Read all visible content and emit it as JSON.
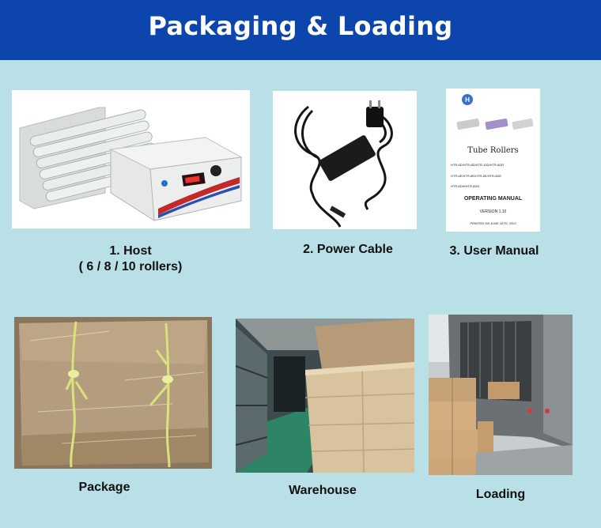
{
  "banner": {
    "title": "Packaging & Loading"
  },
  "colors": {
    "banner": "#0c46ad",
    "background": "#b9dfe7"
  },
  "items": [
    {
      "caption_line1": "1. Host",
      "caption_line2": "( 6 / 8 / 10 rollers)"
    },
    {
      "caption": "2. Power Cable"
    },
    {
      "caption": "3. User Manual"
    },
    {
      "caption": "Package"
    },
    {
      "caption": "Warehouse"
    },
    {
      "caption": "Loading"
    }
  ],
  "manual": {
    "title": "Tube Rollers",
    "models": [
      "HTR-6D/HTR-8D/HTR-10D/HTR-6DR",
      "HTR-6E/HTR-8E/HTR-6E/HTR-6DE",
      "HTR-6DH/HTR-8DH"
    ],
    "heading": "OPERATING MANUAL",
    "version": "VERSION 1.10",
    "printed": "PRINTED ON JUNE 10TH, 2023"
  }
}
